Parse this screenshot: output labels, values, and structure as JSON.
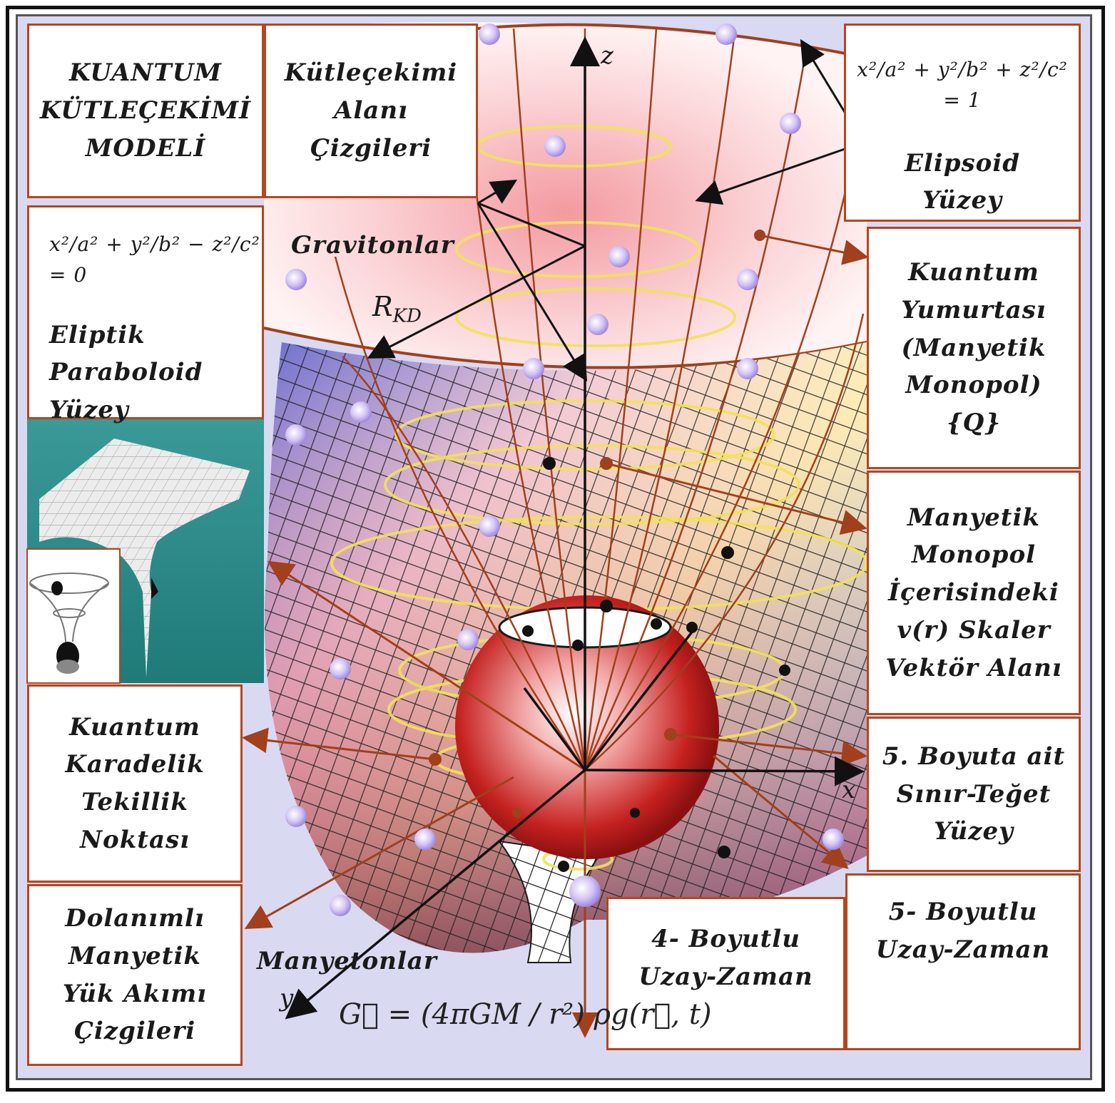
{
  "title_box": {
    "lines": [
      "KUANTUM",
      "KÜTLEÇEKİMİ",
      "MODELİ"
    ]
  },
  "field_lines_box": {
    "lines": [
      "Kütleçekimi",
      "Alanı",
      "Çizgileri"
    ]
  },
  "ellipsoid_box": {
    "equation": "x²/a² + y²/b² + z²/c² = 1",
    "lines": [
      "Elipsoid",
      "Yüzey"
    ]
  },
  "paraboloid_box": {
    "equation": "x²/a² + y²/b² − z²/c² = 0",
    "lines": [
      "Eliptik",
      "Paraboloid",
      "Yüzey"
    ]
  },
  "quantum_egg_box": {
    "lines": [
      "Kuantum",
      "Yumurtası",
      "(Manyetik",
      "Monopol)",
      "{Q}"
    ]
  },
  "scalar_field_box": {
    "lines": [
      "Manyetik",
      "Monopol",
      "İçerisindeki",
      "v(r) Skaler",
      "Vektör Alanı"
    ]
  },
  "boundary_box": {
    "lines": [
      "5. Boyuta ait",
      "Sınır-Teğet",
      "Yüzey"
    ]
  },
  "blackhole_box": {
    "lines": [
      "Kuantum",
      "Karadelik",
      "Tekillik",
      "Noktası"
    ]
  },
  "magnetic_current_box": {
    "lines": [
      "Dolanımlı",
      "Manyetik",
      "Yük Akımı",
      "Çizgileri"
    ]
  },
  "spacetime4_box": {
    "lines": [
      "4- Boyutlu",
      "Uzay-Zaman"
    ]
  },
  "spacetime5_box": {
    "lines": [
      "5- Boyutlu",
      "Uzay-Zaman"
    ]
  },
  "labels": {
    "gravitons": "Gravitonlar",
    "magnetons": "Manyetonlar",
    "radius": "R",
    "radius_sub": "KD",
    "axis_z": "z",
    "axis_x": "x",
    "axis_y": "y"
  },
  "formula": {
    "text": "G⃗ = (4πGM / r²) ρg(r⃗, t)"
  },
  "colors": {
    "box_border": "#b5461e",
    "field_line": "#a0401c",
    "graviton": "#c9b8f0",
    "mesh": "#1a1a1a",
    "sphere": "#c4211f"
  }
}
